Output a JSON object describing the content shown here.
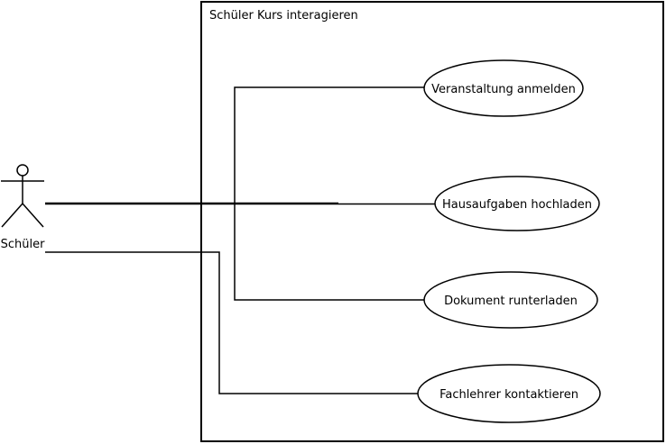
{
  "system": {
    "title": "Schüler Kurs interagieren"
  },
  "actor": {
    "label": "Schüler",
    "icon": "stick-figure-icon"
  },
  "use_cases": [
    {
      "label": "Veranstaltung anmelden"
    },
    {
      "label": "Hausaufgaben hochladen"
    },
    {
      "label": "Dokument runterladen"
    },
    {
      "label": "Fachlehrer kontaktieren"
    }
  ]
}
